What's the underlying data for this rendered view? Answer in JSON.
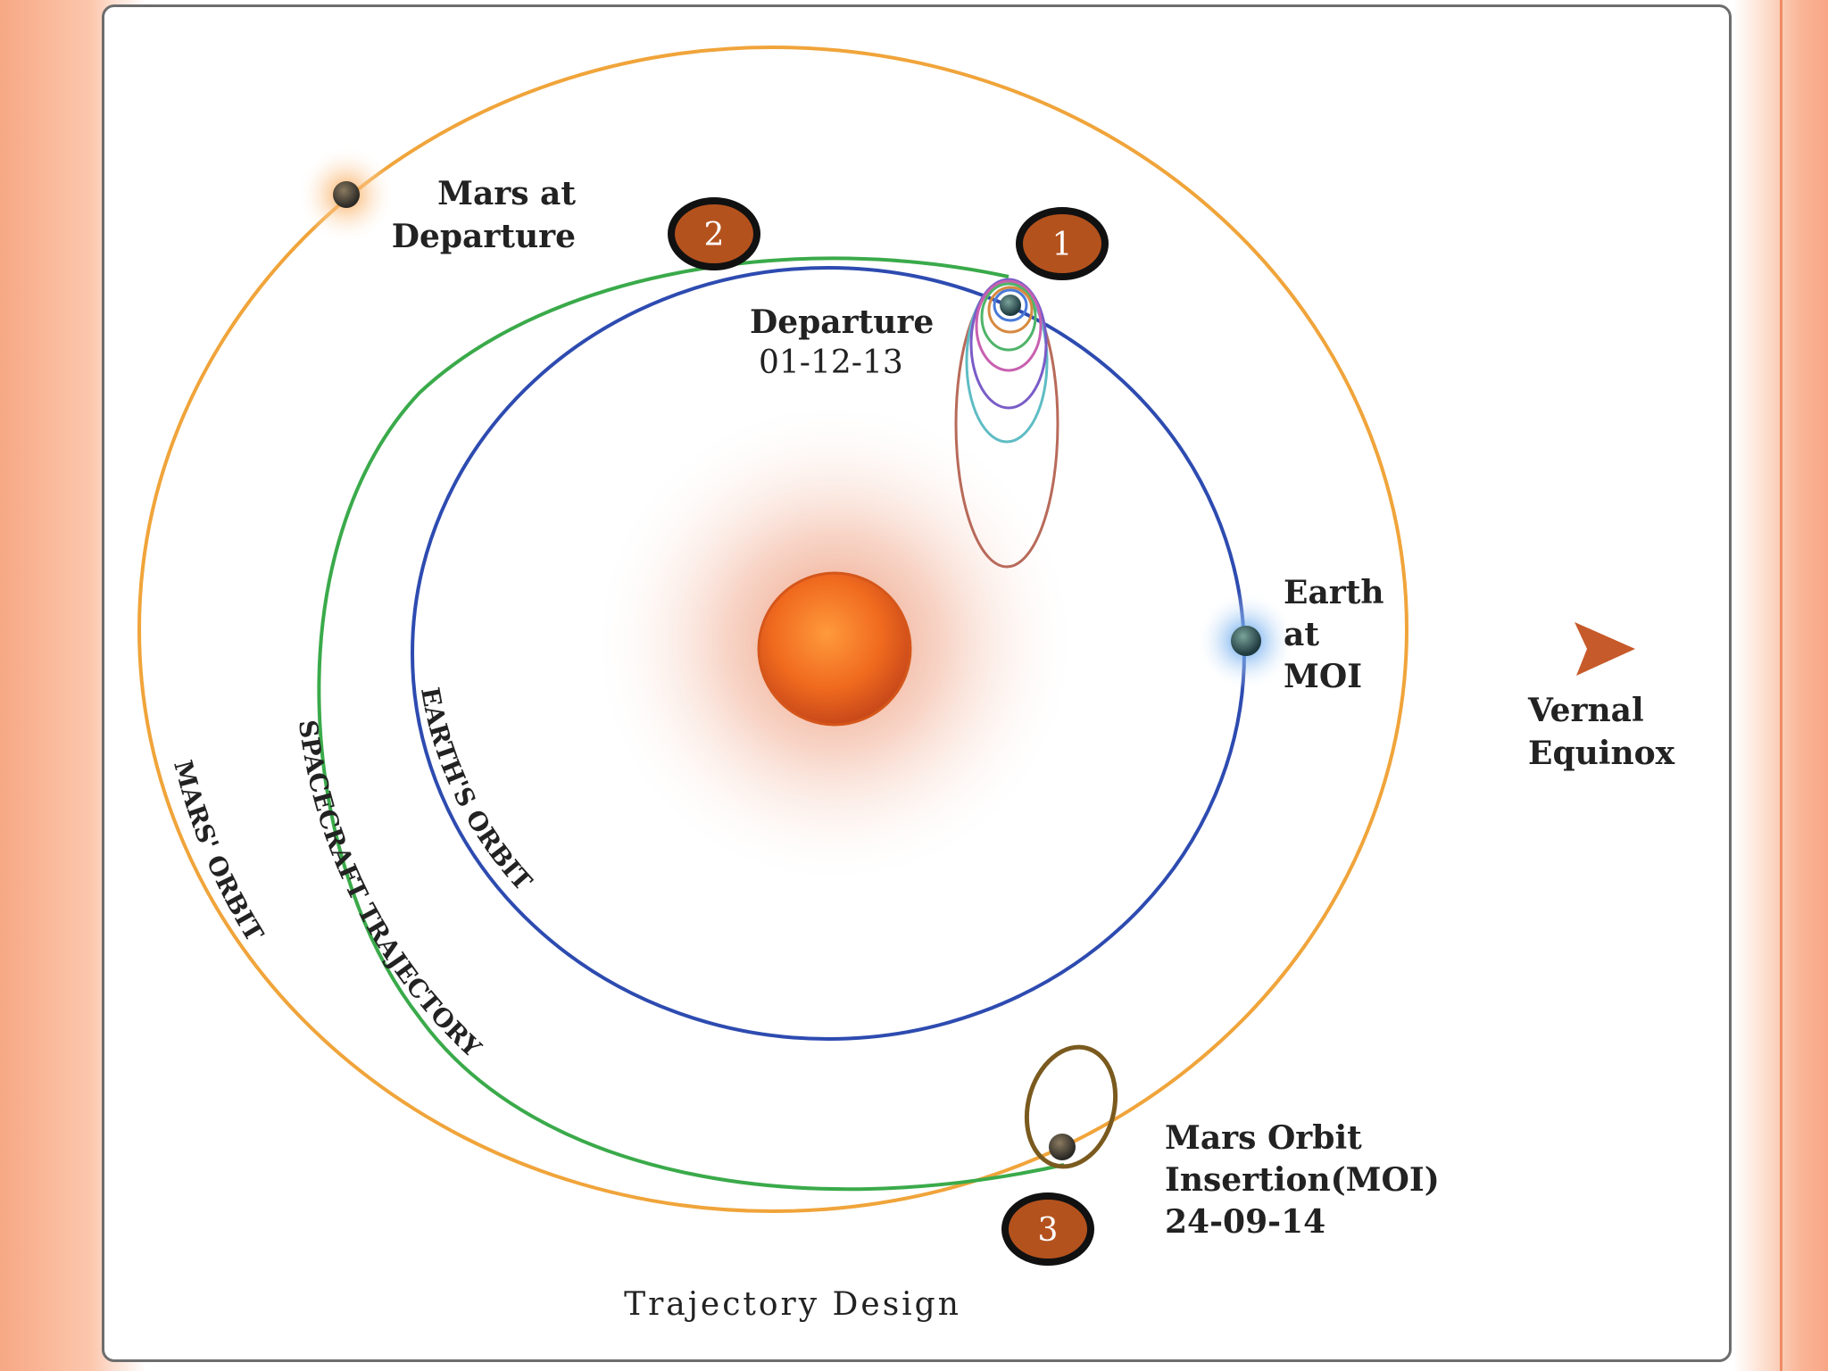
{
  "diagram": {
    "title": "Trajectory Design",
    "labels": {
      "mars_at_departure": [
        "Mars at",
        "Departure"
      ],
      "departure": [
        "Departure",
        "01-12-13"
      ],
      "earth_at_moi": [
        "Earth",
        "at",
        "MOI"
      ],
      "vernal_equinox": [
        "Vernal",
        "Equinox"
      ],
      "moi": [
        "Mars Orbit",
        "Insertion(MOI)",
        "24-09-14"
      ]
    },
    "orbit_labels": {
      "mars_orbit": "MARS' ORBIT",
      "spacecraft_trajectory": "SPACECRAFT TRAJECTORY",
      "earth_orbit": "EARTH'S ORBIT"
    },
    "markers": [
      "1",
      "2",
      "3"
    ],
    "colors": {
      "mars_orbit": "#f0a43a",
      "earth_orbit": "#2d4bb0",
      "spacecraft_trajectory": "#3aaa4a",
      "marker_fill": "#b4521e",
      "sun": "#f06a1e",
      "vernal_arrow": "#c65a2a"
    }
  }
}
